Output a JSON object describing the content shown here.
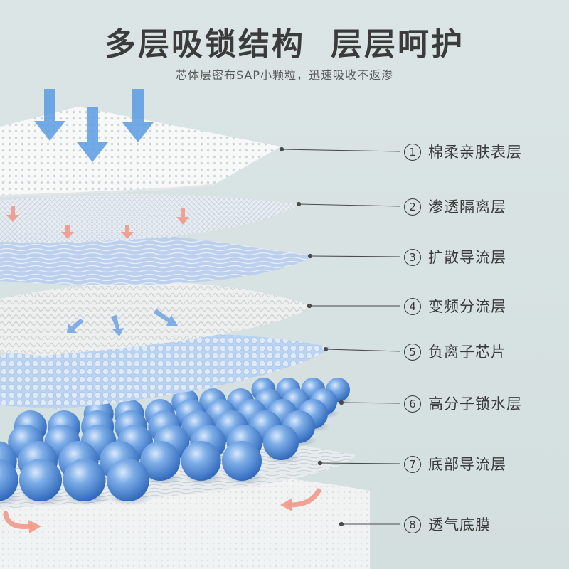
{
  "title_part1": "多层吸锁结构",
  "title_part2": "层层呵护",
  "subtitle": "芯体层密布SAP小颗粒，迅速吸收不返渗",
  "layers": [
    {
      "num": "1",
      "label": "棉柔亲肤表层"
    },
    {
      "num": "2",
      "label": "渗透隔离层"
    },
    {
      "num": "3",
      "label": "扩散导流层"
    },
    {
      "num": "4",
      "label": "变频分流层"
    },
    {
      "num": "5",
      "label": "负离子芯片"
    },
    {
      "num": "6",
      "label": "高分子锁水层"
    },
    {
      "num": "7",
      "label": "底部导流层"
    },
    {
      "num": "8",
      "label": "透气底膜"
    }
  ],
  "colors": {
    "background": "#d9e3e3",
    "title": "#3b3b3b",
    "leader_line": "#4a4a4a",
    "arrow_blue": "#5b9de3",
    "arrow_pink": "#f09a8a",
    "sap_bead": "#4a86d6"
  }
}
